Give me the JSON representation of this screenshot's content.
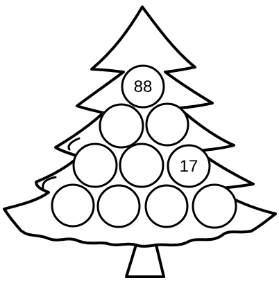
{
  "picture": {
    "subject": "christmas-tree-number-puzzle",
    "colors": {
      "outline": "#000000",
      "fill": "#ffffff"
    }
  },
  "rows": [
    {
      "circles": [
        {
          "value": "88"
        }
      ]
    },
    {
      "circles": [
        {
          "value": ""
        },
        {
          "value": ""
        }
      ]
    },
    {
      "circles": [
        {
          "value": ""
        },
        {
          "value": ""
        },
        {
          "value": "17"
        }
      ]
    },
    {
      "circles": [
        {
          "value": ""
        },
        {
          "value": ""
        },
        {
          "value": ""
        },
        {
          "value": ""
        }
      ]
    }
  ]
}
